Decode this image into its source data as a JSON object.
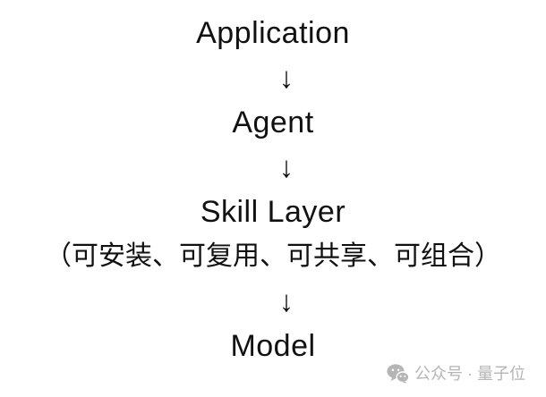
{
  "diagram": {
    "arrow_glyph": "↓",
    "layers": [
      {
        "label": "Application"
      },
      {
        "label": "Agent"
      },
      {
        "label": "Skill Layer",
        "sublabel": "（可安装、可复用、可共享、可组合）"
      },
      {
        "label": "Model"
      }
    ]
  },
  "watermark": {
    "icon": "wechat-icon",
    "text": "公众号 · 量子位"
  },
  "colors": {
    "background": "#ffffff",
    "text": "#111111",
    "watermark": "#b5b5b5"
  }
}
